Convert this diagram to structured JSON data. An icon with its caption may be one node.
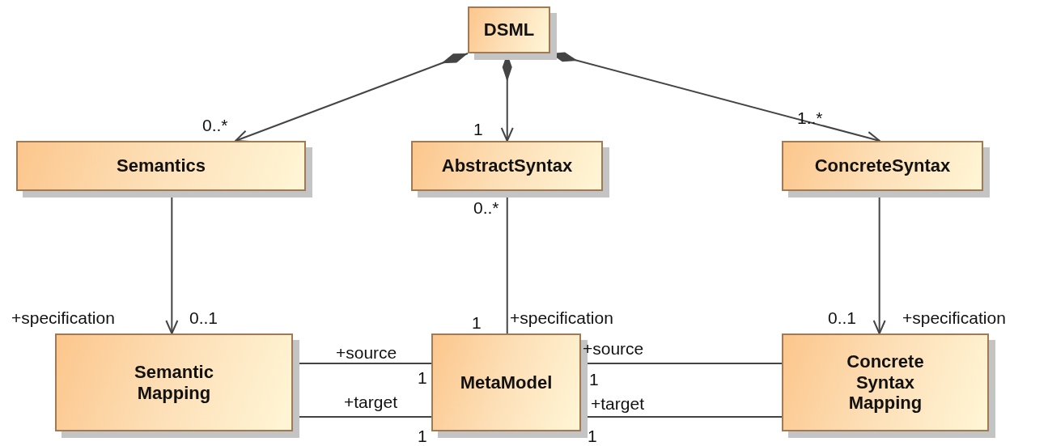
{
  "diagram": {
    "nodes": [
      {
        "text": [
          "DSML"
        ]
      },
      {
        "text": [
          "Semantics"
        ]
      },
      {
        "text": [
          "AbstractSyntax"
        ]
      },
      {
        "text": [
          "ConcreteSyntax"
        ]
      },
      {
        "text": [
          "Semantic Mapping"
        ]
      },
      {
        "text": [
          "MetaModel"
        ]
      },
      {
        "text": [
          "Concrete Syntax Mapping"
        ]
      }
    ],
    "edges": [
      {
        "from": 0,
        "to": 1,
        "arrow": "to"
      },
      {
        "from": 0,
        "to": 2,
        "arrow": "to"
      },
      {
        "from": 0,
        "to": 3,
        "arrow": "to"
      },
      {
        "from": 1,
        "to": 4,
        "arrow": "to"
      },
      {
        "from": 2,
        "to": 5,
        "arrow": "none"
      },
      {
        "from": 3,
        "to": 6,
        "arrow": "to"
      },
      {
        "from": 4,
        "to": 5,
        "arrow": "none"
      },
      {
        "from": 4,
        "to": 5,
        "arrow": "none"
      },
      {
        "from": 5,
        "to": 6,
        "arrow": "none"
      },
      {
        "from": 5,
        "to": 6,
        "arrow": "none"
      }
    ],
    "labels": [
      "0..*",
      "1..*",
      "1",
      "0..*",
      "+specification",
      "0..1",
      "1",
      "+specification",
      "0..1",
      "+specification",
      "+source",
      "+source",
      "1",
      "1",
      "+target",
      "+target",
      "1",
      "1"
    ]
  }
}
